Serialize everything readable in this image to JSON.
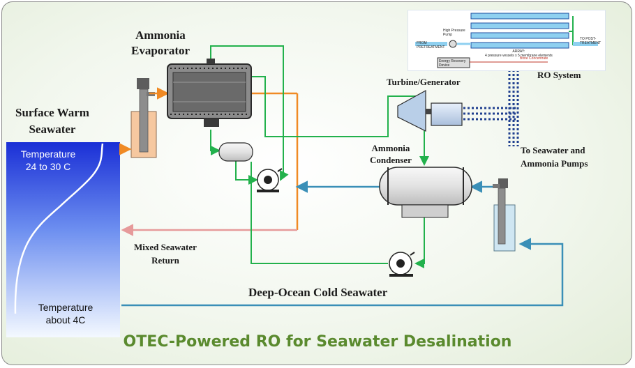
{
  "title": "OTEC-Powered RO for Seawater Desalination",
  "labels": {
    "ammonia_evaporator": [
      "Ammonia",
      "Evaporator"
    ],
    "surface_warm": [
      "Surface Warm",
      "Seawater"
    ],
    "turbine_generator": "Turbine/Generator",
    "ro_system": "RO System",
    "ammonia_condenser": [
      "Ammonia",
      "Condenser"
    ],
    "to_pumps": [
      "To Seawater and",
      "Ammonia Pumps"
    ],
    "mixed_return": [
      "Mixed Seawater",
      "Return"
    ],
    "deep_ocean": "Deep-Ocean Cold Seawater"
  },
  "temperatures": {
    "surface": [
      "Temperature",
      "24 to 30 C"
    ],
    "deep": [
      "Temperature",
      "about 4C"
    ]
  },
  "ro_image": {
    "from_pretreatment": [
      "FROM",
      "PRETREATMENT"
    ],
    "high_pressure_pump": [
      "High Pressure",
      "Pump"
    ],
    "array_label": [
      "ARRAY:",
      "4 pressure vessels x 5 membrane elements"
    ],
    "energy_recovery": [
      "Energy Recovery",
      "Device"
    ],
    "brine": "Brine Concentrate",
    "to_post": [
      "TO POST-",
      "TREATMENT"
    ]
  },
  "colors": {
    "ammonia_line": "#22b14c",
    "warm_line": "#f08a24",
    "cold_line": "#3a8fb7",
    "return_line": "#e69a9a",
    "cable": "#1f3f8f",
    "title": "#5a8a2e",
    "ocean_top": "#1a2fd6",
    "ocean_bottom": "#eaf4ff"
  }
}
